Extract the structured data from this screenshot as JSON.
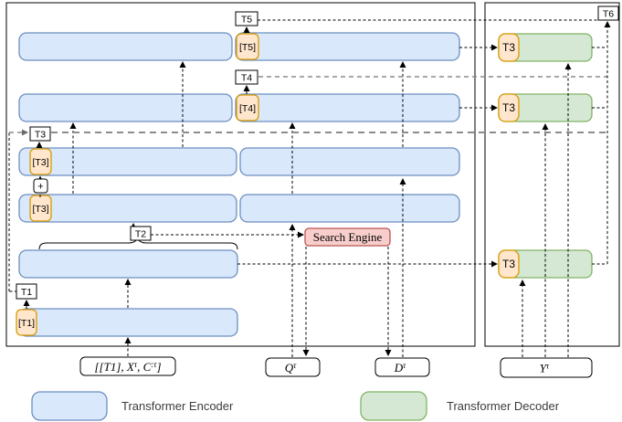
{
  "tokens": {
    "t1": "T1",
    "t2": "T2",
    "t3": "T3",
    "t4": "T4",
    "t5": "T5",
    "t6": "T6",
    "plus": "+"
  },
  "encoder_tags": {
    "row_a": "[T5]",
    "row_b": "[T4]",
    "row_c": "[T3]",
    "row_d": "[T3]",
    "row_f": "[T1]"
  },
  "decoder_tags": {
    "top": "T3",
    "middle": "T3",
    "bottom": "T3"
  },
  "search_engine_label": "Search Engine",
  "io": {
    "context": {
      "p1": "[[T1], X",
      "s1": "τ",
      "p2": ", C",
      "s2": ":τ",
      "p3": "]"
    },
    "query": {
      "base": "Q",
      "sup": "τ"
    },
    "docs": {
      "base": "D",
      "sup": "τ"
    },
    "output": {
      "base": "Y",
      "sup": "τ"
    }
  },
  "legend": {
    "encoder": "Transformer Encoder",
    "decoder": "Transformer Decoder"
  },
  "colors": {
    "encoder_fill": "#dae8fc",
    "encoder_stroke": "#6c8ebf",
    "decoder_fill": "#d5e8d4",
    "decoder_stroke": "#82b366",
    "tag_fill": "#ffe6cc",
    "tag_stroke": "#d79b00",
    "search_fill": "#f8cecc",
    "search_stroke": "#b85450",
    "gray_line": "#8c8c8c"
  }
}
